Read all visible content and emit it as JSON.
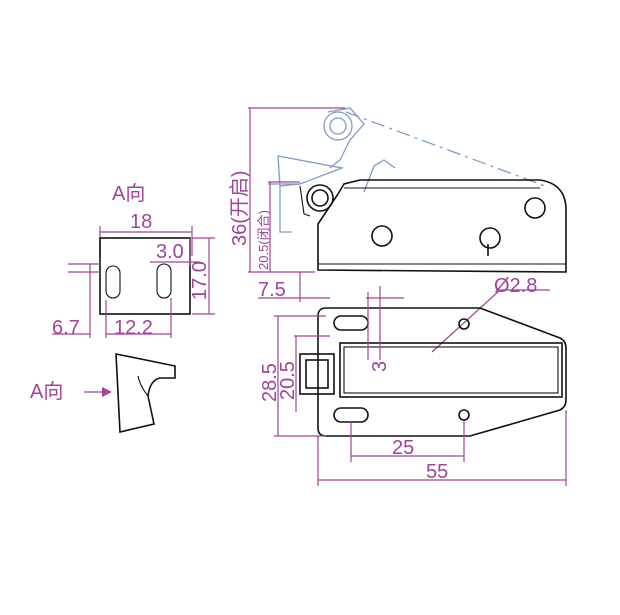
{
  "dimensions": {
    "top_view_width": "18",
    "top_view_hole_offset": "3.0",
    "top_view_height": "17.0",
    "slot_left_offset": "6.7",
    "slot_spacing": "12.2",
    "open_height": "36(开启)",
    "closed_height": "20.5(闭合)",
    "pin_offset": "7.5",
    "hole_dia": "Ø2.8",
    "slot_width": "3",
    "body_height": "28.5",
    "inner_height": "20.5",
    "hole_spacing": "25",
    "total_length": "55"
  },
  "view_labels": {
    "top_arrow_label": "A向",
    "side_arrow_label": "A向"
  },
  "colors": {
    "dimension": "#a0449a",
    "part_outline": "#111111",
    "open_position": "#7f9cc8"
  }
}
